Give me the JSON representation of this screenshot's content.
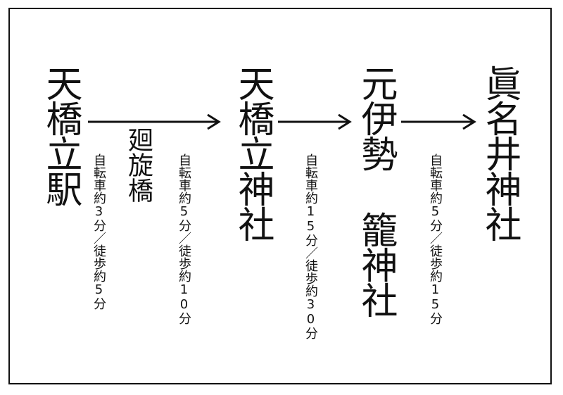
{
  "stations": [
    {
      "name": "天橋立駅"
    },
    {
      "name": "天橋立神社"
    },
    {
      "name": "元伊勢 籠神社"
    },
    {
      "name": "眞名井神社"
    }
  ],
  "via": "廻旋橋",
  "legs": [
    {
      "note": "自転車約3分／徒歩約5分"
    },
    {
      "note": "自転車約5分／徒歩約10分"
    },
    {
      "note": "自転車約15分／徒歩約30分"
    },
    {
      "note": "自転車約5分／徒歩約15分"
    }
  ]
}
